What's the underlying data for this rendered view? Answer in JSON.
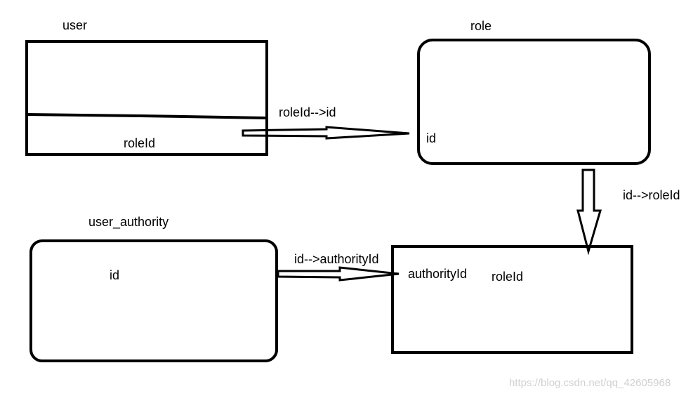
{
  "entities": {
    "user": {
      "title": "user",
      "field": "roleId"
    },
    "role": {
      "title": "role",
      "field": "id"
    },
    "user_authority": {
      "title": "user_authority",
      "field": "id"
    },
    "authority_link": {
      "field_authority": "authorityId",
      "field_role": "roleId"
    }
  },
  "relations": {
    "user_to_role": "roleId-->id",
    "role_to_link": "id-->roleId",
    "user_authority_to_link": "id-->authorityId"
  },
  "watermark": "https://blog.csdn.net/qq_42605968",
  "colors": {
    "stroke": "#000000",
    "background": "#ffffff",
    "watermark": "#d0d0d0"
  }
}
